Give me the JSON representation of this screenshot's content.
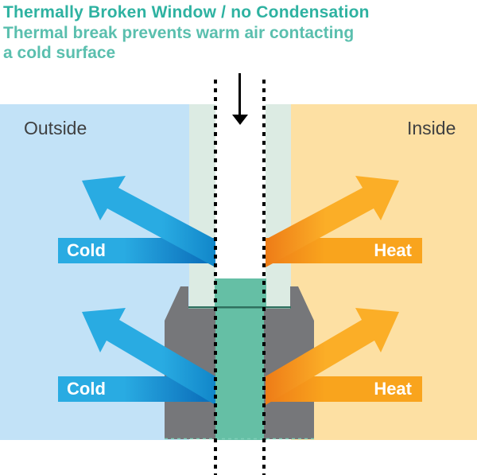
{
  "title": "Thermally Broken Window / no Condensation",
  "subtitle_lines": [
    "Thermal break prevents warm air contacting",
    "a cold surface"
  ],
  "regions": {
    "outside": "Outside",
    "inside": "Inside"
  },
  "arrow_labels": {
    "cold": "Cold",
    "heat": "Heat"
  },
  "icons": {
    "center_pointer": "arrow-down",
    "section_cut": "vertical-dotted-cut-line"
  },
  "colors": {
    "title_teal": "#2eb2a1",
    "subtitle_teal": "#5abfae",
    "outside_bg": "#c2e2f7",
    "inside_bg": "#fde0a3",
    "glass": "#dcebe3",
    "thermal_break": "#65bfa5",
    "frame_gray": "#76777a",
    "cold": "#29abe2",
    "cold_dark": "#0d72bd",
    "heat": "#fbae27",
    "heat_bar": "#f9a41d",
    "heat_dark": "#ee7c17",
    "label_dark": "#3f4041",
    "arrow_black": "#000000"
  }
}
